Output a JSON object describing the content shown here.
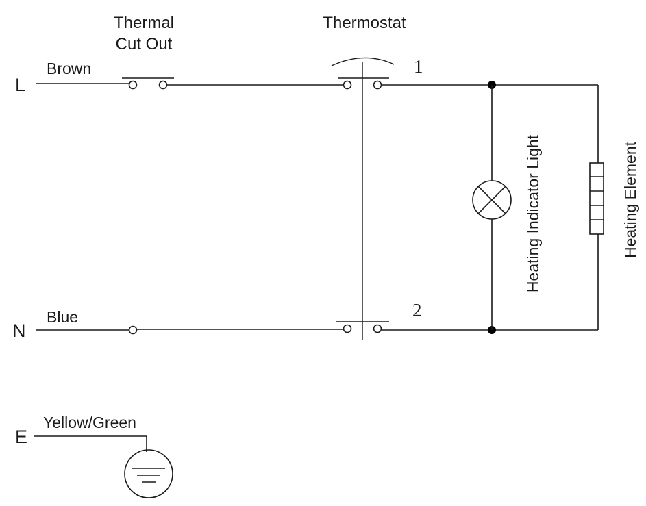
{
  "labels": {
    "thermal_cut_out_line1": "Thermal",
    "thermal_cut_out_line2": "Cut Out",
    "thermostat": "Thermostat",
    "terminal_1": "1",
    "terminal_2": "2",
    "live": "L",
    "neutral": "N",
    "earth": "E",
    "live_wire_color": "Brown",
    "neutral_wire_color": "Blue",
    "earth_wire_color": "Yellow/Green",
    "indicator_light": "Heating Indicator Light",
    "heating_element": "Heating Element"
  }
}
